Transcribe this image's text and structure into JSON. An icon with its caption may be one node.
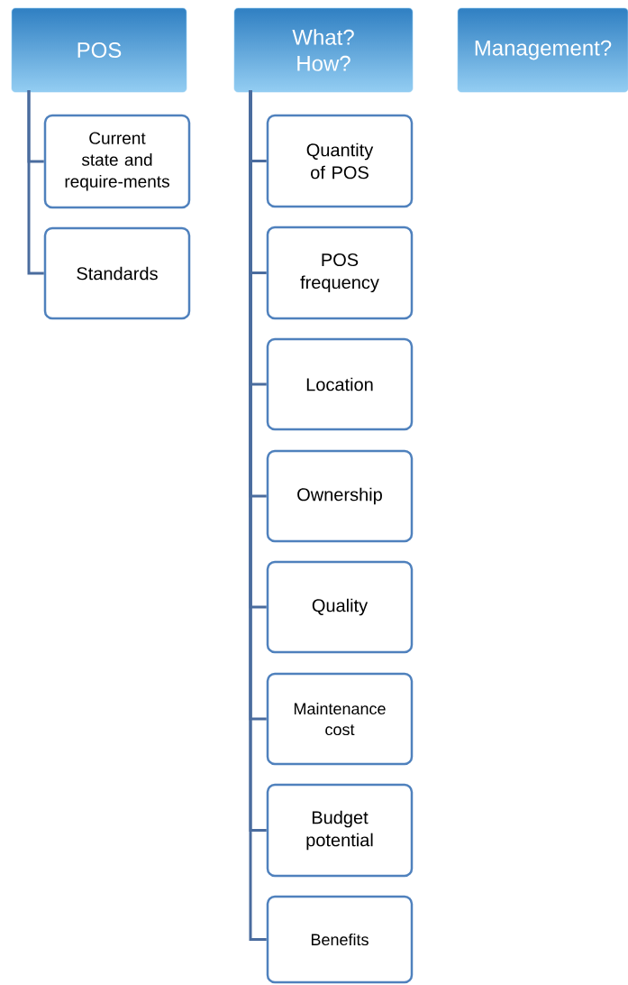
{
  "diagram": {
    "nodes": [
      {
        "text": [
          "POS"
        ]
      },
      {
        "text": [
          "Current state and require-ments"
        ]
      },
      {
        "text": [
          "Standards"
        ]
      },
      {
        "text": [
          "What? How?"
        ]
      },
      {
        "text": [
          "Quantity of POS"
        ]
      },
      {
        "text": [
          "POS frequency"
        ]
      },
      {
        "text": [
          "Location"
        ]
      },
      {
        "text": [
          "Ownership"
        ]
      },
      {
        "text": [
          "Quality"
        ]
      },
      {
        "text": [
          "Maintenance cost"
        ]
      },
      {
        "text": [
          "Budget potential"
        ]
      },
      {
        "text": [
          "Benefits"
        ]
      },
      {
        "text": [
          "Management?"
        ]
      }
    ],
    "edges": [
      {
        "from": 0,
        "to": 1,
        "arrow": "none"
      },
      {
        "from": 0,
        "to": 2,
        "arrow": "none"
      },
      {
        "from": 3,
        "to": 4,
        "arrow": "none"
      },
      {
        "from": 3,
        "to": 5,
        "arrow": "none"
      },
      {
        "from": 3,
        "to": 6,
        "arrow": "none"
      },
      {
        "from": 3,
        "to": 7,
        "arrow": "none"
      },
      {
        "from": 3,
        "to": 8,
        "arrow": "none"
      },
      {
        "from": 3,
        "to": 9,
        "arrow": "none"
      },
      {
        "from": 3,
        "to": 10,
        "arrow": "none"
      },
      {
        "from": 3,
        "to": 11,
        "arrow": "none"
      }
    ]
  }
}
